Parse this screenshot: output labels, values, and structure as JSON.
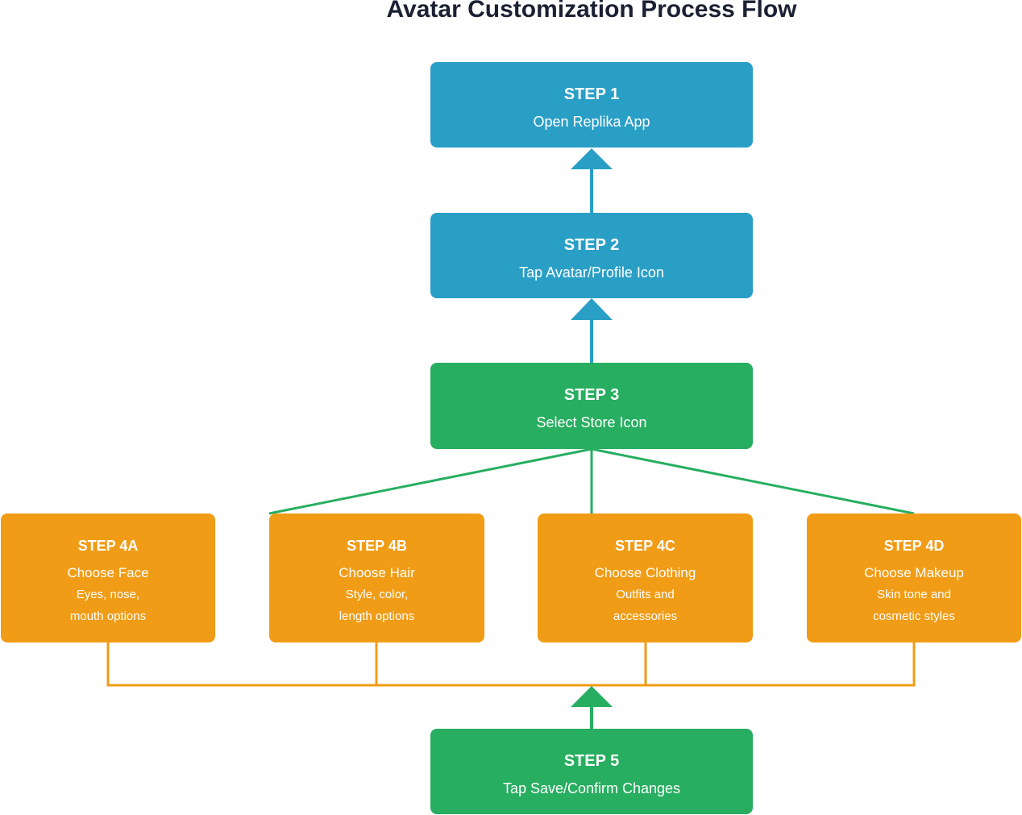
{
  "title": "Avatar Customization Process Flow",
  "colors": {
    "blue": "#2a9fc6",
    "green": "#27ae60",
    "orange": "#f19c16",
    "title_text": "#1b2033",
    "node_text": "#ffffff"
  },
  "steps": {
    "s1": {
      "label": "STEP 1",
      "text": "Open Replika App"
    },
    "s2": {
      "label": "STEP 2",
      "text": "Tap Avatar/Profile Icon"
    },
    "s3": {
      "label": "STEP 3",
      "text": "Select Store Icon"
    },
    "s4a": {
      "label": "STEP 4A",
      "text": "Choose Face",
      "desc1": "Eyes, nose,",
      "desc2": "mouth options"
    },
    "s4b": {
      "label": "STEP 4B",
      "text": "Choose Hair",
      "desc1": "Style, color,",
      "desc2": "length options"
    },
    "s4c": {
      "label": "STEP 4C",
      "text": "Choose Clothing",
      "desc1": "Outfits and",
      "desc2": "accessories"
    },
    "s4d": {
      "label": "STEP 4D",
      "text": "Choose Makeup",
      "desc1": "Skin tone and",
      "desc2": "cosmetic styles"
    },
    "s5": {
      "label": "STEP 5",
      "text": "Tap Save/Confirm Changes"
    }
  }
}
